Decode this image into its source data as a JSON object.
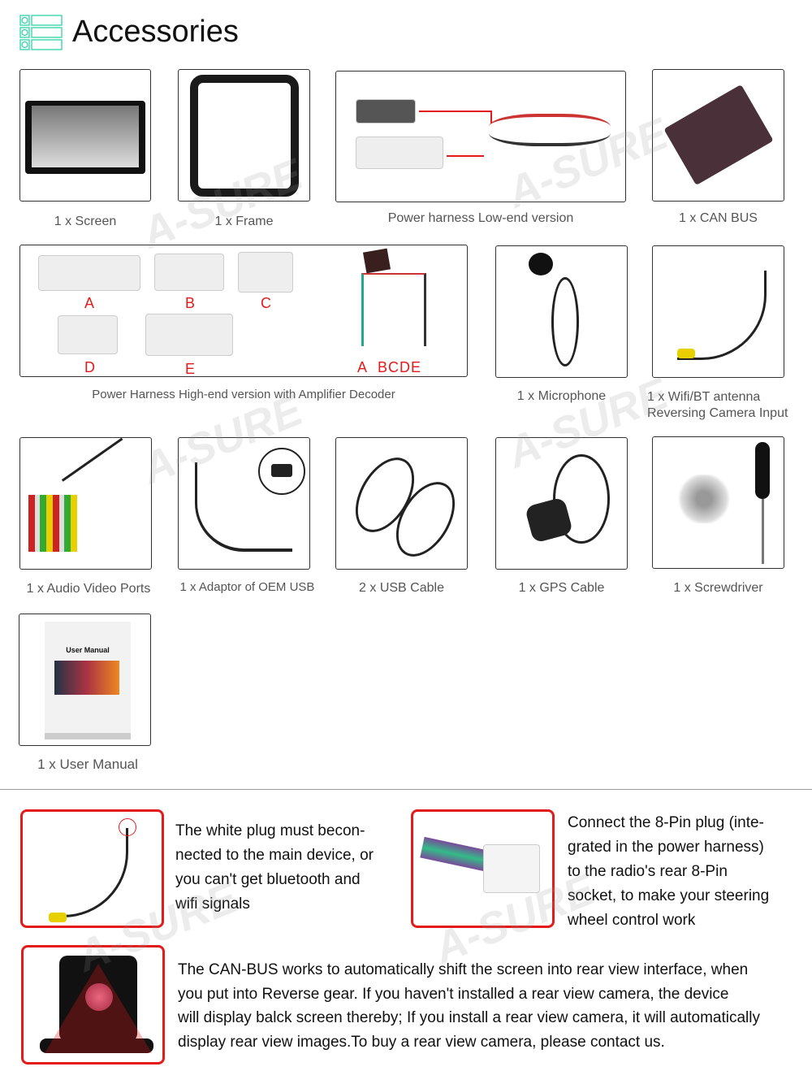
{
  "header": {
    "title": "Accessories",
    "icon": "list-icon",
    "accent": "#2fd3a8"
  },
  "watermark": "A-SURE",
  "items": [
    {
      "caption": "1 x Screen"
    },
    {
      "caption": "1 x Frame"
    },
    {
      "caption": "Power harness Low-end version"
    },
    {
      "caption": "1 x CAN BUS"
    },
    {
      "caption": "Power Harness High-end version with Amplifier Decoder",
      "labels": [
        "A",
        "B",
        "C",
        "D",
        "E",
        "A",
        "BCDE"
      ]
    },
    {
      "caption": "1 x Microphone"
    },
    {
      "caption": "1 x Wifi/BT antenna",
      "caption2": "Reversing Camera Input"
    },
    {
      "caption": "1 x Audio Video Ports"
    },
    {
      "caption": "1 x Adaptor of OEM USB"
    },
    {
      "caption": "2 x USB Cable"
    },
    {
      "caption": "1 x GPS Cable"
    },
    {
      "caption": "1 x Screwdriver"
    },
    {
      "caption": "1 x User Manual",
      "cover": "User Manual"
    }
  ],
  "notes": [
    {
      "text": "The white plug must becon-nected to the main device, or you can't get bluetooth and wifi signals",
      "lines": [
        "The white plug must becon-",
        "nected to the main device, or",
        "you can't get bluetooth and",
        "wifi signals"
      ]
    },
    {
      "lines": [
        "Connect the 8-Pin plug (inte-",
        "grated in the power harness)",
        "to the radio's rear 8-Pin",
        "socket, to make your steering",
        "wheel control work"
      ]
    },
    {
      "lines": [
        "The CAN-BUS works to automatically shift the screen into rear view interface, when",
        "you put into Reverse gear. If you haven't installed a rear view camera, the device",
        "will display balck screen thereby; If you install a rear view camera, it will automatically",
        "display rear view images.To buy a rear view camera, please contact us."
      ]
    }
  ],
  "colors": {
    "highlight": "#e31b1b"
  }
}
